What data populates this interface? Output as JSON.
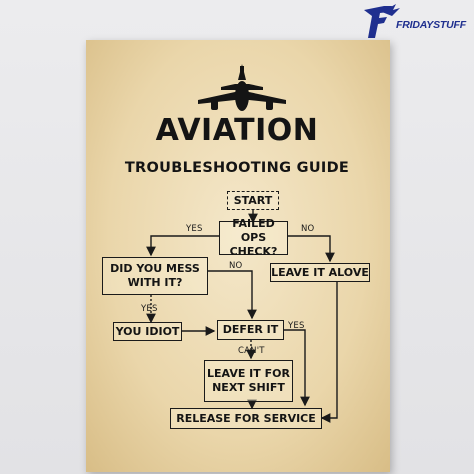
{
  "brand": {
    "name": "FRIDAYSTUFF",
    "logo_icon": "f-eagle-logo-icon",
    "color": "#1f2f8f"
  },
  "poster": {
    "icon": "airplane-icon",
    "title": "AVIATION",
    "subtitle": "TROUBLESHOOTING GUIDE",
    "nodes": {
      "start": "START",
      "failed_ops_check": "FAILED OPS\nCHECK?",
      "did_you_mess": "DID YOU MESS\nWITH IT?",
      "leave_it_alove": "LEAVE IT ALOVE",
      "you_idiot": "YOU IDIOT",
      "defer_it": "DEFER IT",
      "leave_it_next_shift": "LEAVE IT FOR\nNEXT SHIFT",
      "release_for_service": "RELEASE FOR SERVICE"
    },
    "edge_labels": {
      "yes_failed": "YES",
      "no_failed": "NO",
      "no_mess": "NO",
      "yes_mess": "YES",
      "yes_defer": "YES",
      "cant_defer": "CAN'T"
    }
  }
}
